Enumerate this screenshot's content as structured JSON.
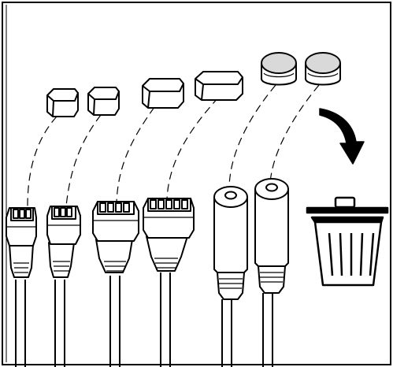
{
  "diagram": {
    "connectors": [
      {
        "type": "3-pin-plug",
        "cap": "small-square-cap"
      },
      {
        "type": "3-pin-plug",
        "cap": "small-square-cap"
      },
      {
        "type": "4-pin-plug",
        "cap": "rectangular-cap"
      },
      {
        "type": "5-pin-plug",
        "cap": "long-rectangular-cap"
      },
      {
        "type": "round-barrel-jack",
        "cap": "round-cap"
      },
      {
        "type": "round-barrel-jack",
        "cap": "round-cap"
      }
    ],
    "action": "discard-caps",
    "icons": [
      "curved-arrow-icon",
      "trash-bin-icon"
    ]
  },
  "colors": {
    "stroke": "#000000",
    "fill": "#ffffff",
    "cap_top_shade": "#d9d9d9",
    "arrow_fill": "#000000"
  }
}
